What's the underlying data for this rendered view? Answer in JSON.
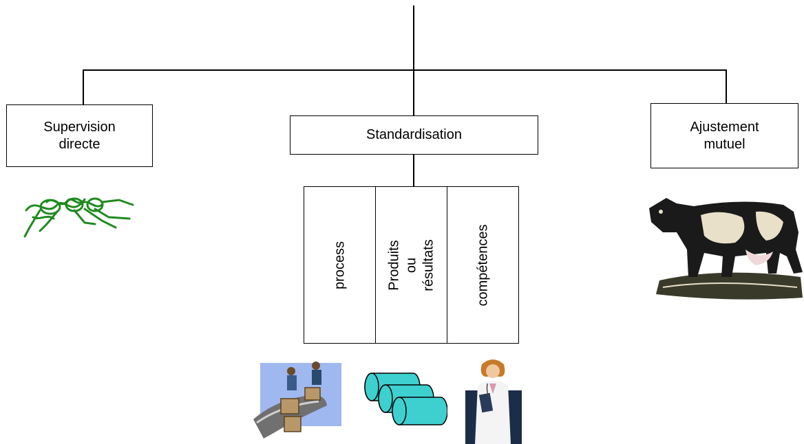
{
  "boxes": {
    "left": "Supervision\ndirecte",
    "center": "Standardisation",
    "right": "Ajustement\nmutuel"
  },
  "sub_boxes": [
    {
      "label": "process"
    },
    {
      "label": "Produits ou\nrésultats"
    },
    {
      "label": "compétences"
    }
  ],
  "illustrations": {
    "left": "ant-clipart",
    "right": "cow-clipart",
    "process": "conveyor-workers-clipart",
    "products": "cylinders-clipart",
    "skills": "doctor-clipart"
  },
  "colors": {
    "ant": "#1f8a1f",
    "cylinder": "#3ecfcf",
    "process_bg": "#9fb8f0",
    "doctor_bg": "#1c2d4a"
  }
}
